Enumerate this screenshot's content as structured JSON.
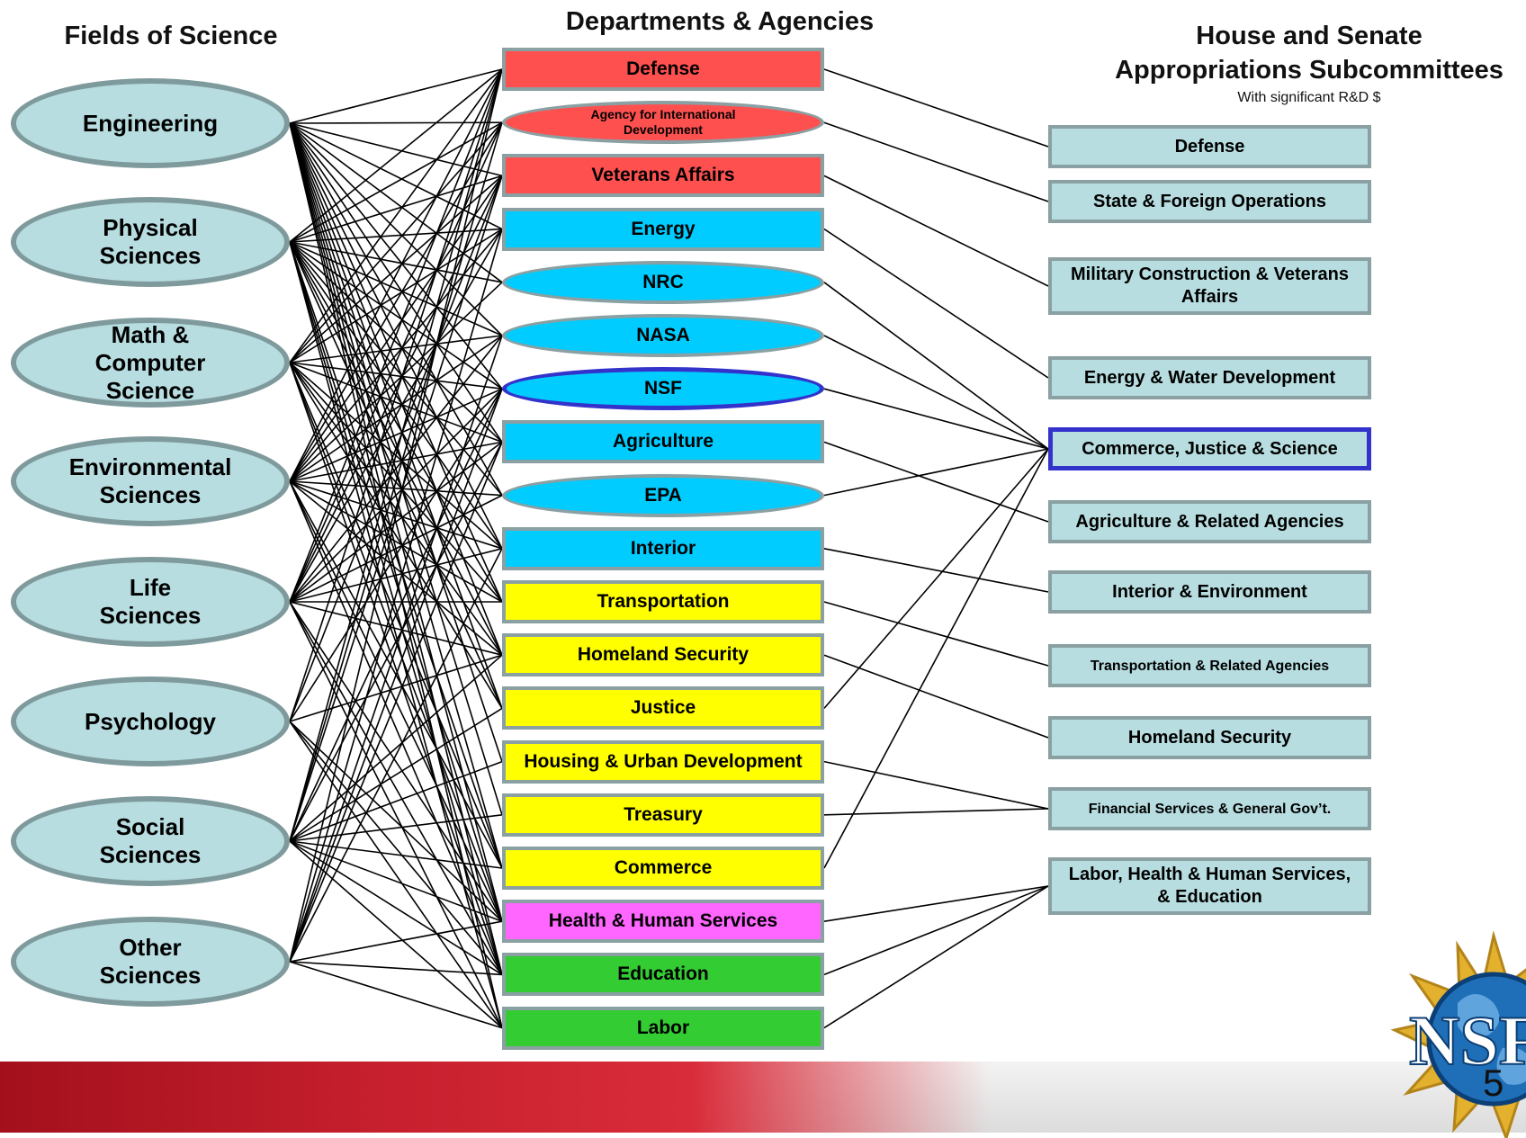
{
  "headings": {
    "fields": "Fields of Science",
    "departments": "Departments & Agencies",
    "committees_line1": "House and Senate",
    "committees_line2": "Appropriations Subcommittees",
    "committees_sub": "With significant R&D $"
  },
  "fields": [
    "Engineering",
    "Physical Sciences",
    "Math & Computer Science",
    "Environmental Sciences",
    "Life Sciences",
    "Psychology",
    "Social Sciences",
    "Other Sciences"
  ],
  "departments": [
    {
      "label": "Defense",
      "color": "#ff5050",
      "shape": "rect"
    },
    {
      "label": "Agency for International Development",
      "color": "#ff5050",
      "shape": "oval"
    },
    {
      "label": "Veterans Affairs",
      "color": "#ff5050",
      "shape": "rect"
    },
    {
      "label": "Energy",
      "color": "#00ccff",
      "shape": "rect"
    },
    {
      "label": "NRC",
      "color": "#00ccff",
      "shape": "oval"
    },
    {
      "label": "NASA",
      "color": "#00ccff",
      "shape": "oval"
    },
    {
      "label": "NSF",
      "color": "#00ccff",
      "shape": "oval",
      "highlight": true
    },
    {
      "label": "Agriculture",
      "color": "#00ccff",
      "shape": "rect"
    },
    {
      "label": "EPA",
      "color": "#00ccff",
      "shape": "oval"
    },
    {
      "label": "Interior",
      "color": "#00ccff",
      "shape": "rect"
    },
    {
      "label": "Transportation",
      "color": "#ffff00",
      "shape": "rect"
    },
    {
      "label": "Homeland Security",
      "color": "#ffff00",
      "shape": "rect"
    },
    {
      "label": "Justice",
      "color": "#ffff00",
      "shape": "rect"
    },
    {
      "label": "Housing & Urban Development",
      "color": "#ffff00",
      "shape": "rect"
    },
    {
      "label": "Treasury",
      "color": "#ffff00",
      "shape": "rect"
    },
    {
      "label": "Commerce",
      "color": "#ffff00",
      "shape": "rect"
    },
    {
      "label": "Health & Human Services",
      "color": "#ff66ff",
      "shape": "rect"
    },
    {
      "label": "Education",
      "color": "#33cc33",
      "shape": "rect"
    },
    {
      "label": "Labor",
      "color": "#33cc33",
      "shape": "rect"
    }
  ],
  "committees": [
    {
      "label": "Defense"
    },
    {
      "label": "State & Foreign Operations"
    },
    {
      "label": "Military Construction & Veterans Affairs"
    },
    {
      "label": "Energy & Water Development"
    },
    {
      "label": "Commerce, Justice & Science",
      "highlight": true
    },
    {
      "label": "Agriculture & Related Agencies"
    },
    {
      "label": "Interior & Environment"
    },
    {
      "label": "Transportation & Related Agencies",
      "small": true
    },
    {
      "label": "Homeland Security"
    },
    {
      "label": "Financial Services & General Gov’t.",
      "small": true
    },
    {
      "label": "Labor, Health & Human Services, & Education"
    }
  ],
  "field_to_department_links": [
    [
      0,
      0
    ],
    [
      0,
      1
    ],
    [
      0,
      2
    ],
    [
      0,
      3
    ],
    [
      0,
      4
    ],
    [
      0,
      5
    ],
    [
      0,
      6
    ],
    [
      0,
      7
    ],
    [
      0,
      8
    ],
    [
      0,
      9
    ],
    [
      0,
      10
    ],
    [
      0,
      11
    ],
    [
      0,
      12
    ],
    [
      0,
      13
    ],
    [
      0,
      14
    ],
    [
      0,
      15
    ],
    [
      0,
      16
    ],
    [
      0,
      17
    ],
    [
      0,
      18
    ],
    [
      1,
      0
    ],
    [
      1,
      1
    ],
    [
      1,
      2
    ],
    [
      1,
      3
    ],
    [
      1,
      4
    ],
    [
      1,
      5
    ],
    [
      1,
      6
    ],
    [
      1,
      7
    ],
    [
      1,
      8
    ],
    [
      1,
      9
    ],
    [
      1,
      10
    ],
    [
      1,
      11
    ],
    [
      1,
      12
    ],
    [
      1,
      15
    ],
    [
      1,
      16
    ],
    [
      1,
      17
    ],
    [
      1,
      18
    ],
    [
      2,
      0
    ],
    [
      2,
      1
    ],
    [
      2,
      2
    ],
    [
      2,
      3
    ],
    [
      2,
      5
    ],
    [
      2,
      6
    ],
    [
      2,
      7
    ],
    [
      2,
      9
    ],
    [
      2,
      10
    ],
    [
      2,
      11
    ],
    [
      2,
      12
    ],
    [
      2,
      15
    ],
    [
      2,
      16
    ],
    [
      2,
      17
    ],
    [
      3,
      0
    ],
    [
      3,
      1
    ],
    [
      3,
      2
    ],
    [
      3,
      3
    ],
    [
      3,
      4
    ],
    [
      3,
      5
    ],
    [
      3,
      6
    ],
    [
      3,
      7
    ],
    [
      3,
      8
    ],
    [
      3,
      9
    ],
    [
      3,
      10
    ],
    [
      3,
      11
    ],
    [
      3,
      15
    ],
    [
      3,
      16
    ],
    [
      3,
      17
    ],
    [
      4,
      0
    ],
    [
      4,
      1
    ],
    [
      4,
      2
    ],
    [
      4,
      3
    ],
    [
      4,
      5
    ],
    [
      4,
      6
    ],
    [
      4,
      7
    ],
    [
      4,
      8
    ],
    [
      4,
      9
    ],
    [
      4,
      10
    ],
    [
      4,
      11
    ],
    [
      4,
      16
    ],
    [
      4,
      17
    ],
    [
      4,
      18
    ],
    [
      5,
      0
    ],
    [
      5,
      2
    ],
    [
      5,
      6
    ],
    [
      5,
      11
    ],
    [
      5,
      16
    ],
    [
      5,
      17
    ],
    [
      5,
      18
    ],
    [
      6,
      0
    ],
    [
      6,
      1
    ],
    [
      6,
      2
    ],
    [
      6,
      6
    ],
    [
      6,
      7
    ],
    [
      6,
      11
    ],
    [
      6,
      12
    ],
    [
      6,
      13
    ],
    [
      6,
      14
    ],
    [
      6,
      15
    ],
    [
      6,
      16
    ],
    [
      6,
      17
    ],
    [
      6,
      18
    ],
    [
      7,
      0
    ],
    [
      7,
      3
    ],
    [
      7,
      5
    ],
    [
      7,
      6
    ],
    [
      7,
      7
    ],
    [
      7,
      9
    ],
    [
      7,
      16
    ],
    [
      7,
      17
    ],
    [
      7,
      18
    ]
  ],
  "department_to_committee_links": [
    [
      0,
      0
    ],
    [
      1,
      1
    ],
    [
      2,
      2
    ],
    [
      3,
      3
    ],
    [
      4,
      4
    ],
    [
      5,
      4
    ],
    [
      6,
      4
    ],
    [
      8,
      4
    ],
    [
      12,
      4
    ],
    [
      15,
      4
    ],
    [
      7,
      5
    ],
    [
      9,
      6
    ],
    [
      10,
      7
    ],
    [
      11,
      8
    ],
    [
      13,
      9
    ],
    [
      14,
      9
    ],
    [
      16,
      10
    ],
    [
      17,
      10
    ],
    [
      18,
      10
    ]
  ],
  "page_number": "5",
  "logo_text": "NSF",
  "colors": {
    "field_fill": "#b7dde0",
    "field_border": "#7f9a9c",
    "footer_red": "#c8202e",
    "highlight_border": "#3333cc"
  }
}
